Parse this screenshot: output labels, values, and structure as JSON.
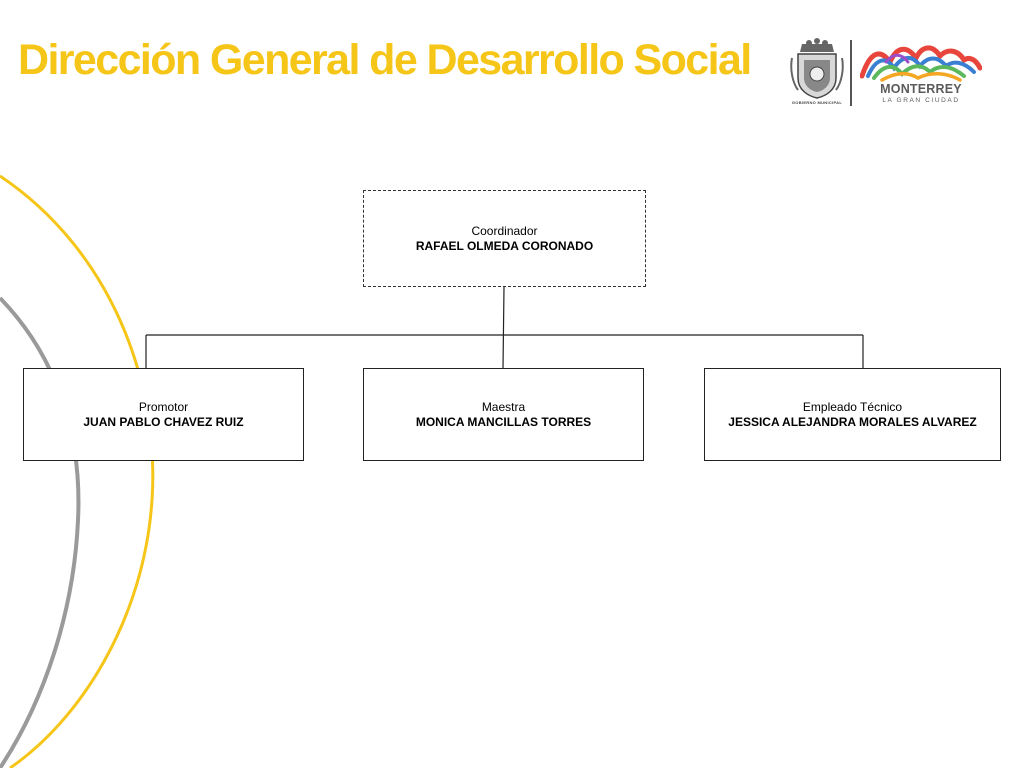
{
  "header": {
    "title": "Dirección General de Desarrollo Social",
    "seal_caption": "GOBIERNO MUNICIPAL",
    "brand_name": "MONTERREY",
    "brand_tagline": "LA GRAN CIUDAD"
  },
  "org_chart": {
    "root": {
      "role": "Coordinador",
      "name": "RAFAEL OLMEDA CORONADO"
    },
    "children": [
      {
        "role": "Promotor",
        "name": "JUAN PABLO CHAVEZ RUIZ"
      },
      {
        "role": "Maestra",
        "name": "MONICA MANCILLAS TORRES"
      },
      {
        "role": "Empleado Técnico",
        "name": "JESSICA ALEJANDRA MORALES ALVAREZ"
      }
    ]
  },
  "colors": {
    "title": "#f5c518",
    "arc_yellow": "#f5c518",
    "arc_gray": "#9a9a9a",
    "box_border": "#222222"
  },
  "icons": [
    "municipal-seal-icon",
    "monterrey-mountain-logo-icon"
  ]
}
